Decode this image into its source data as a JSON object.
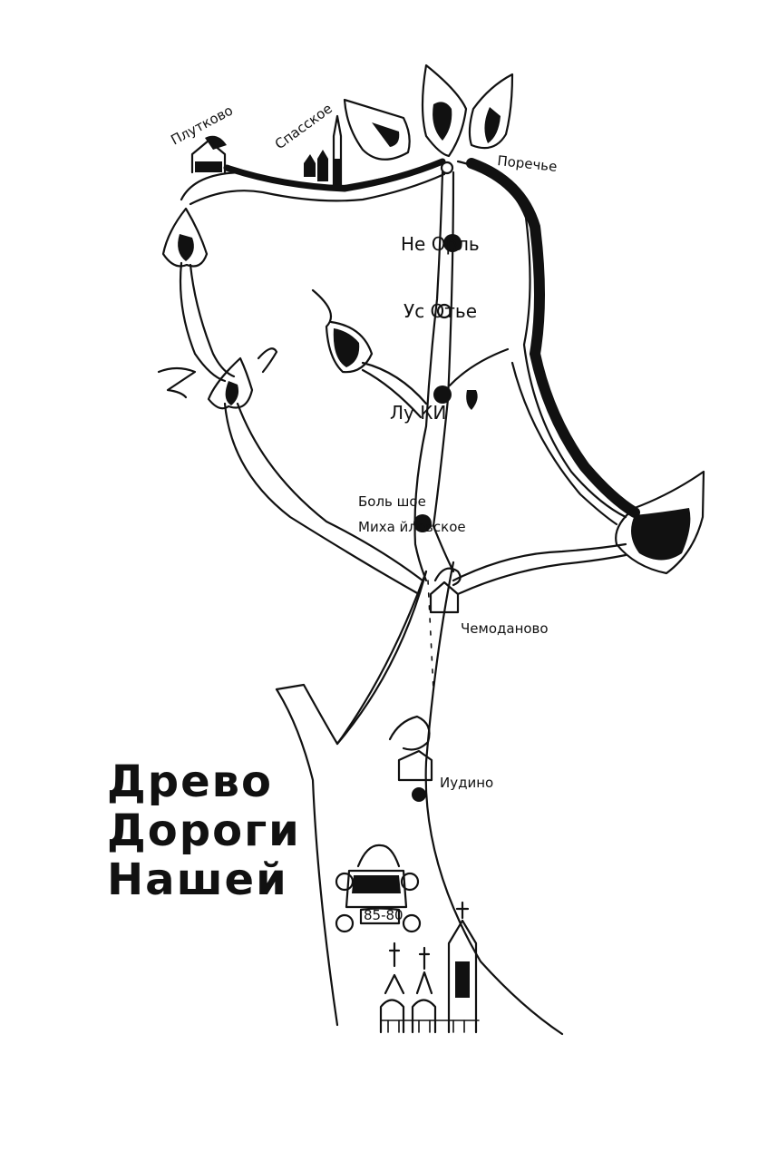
{
  "title": {
    "line1": "Древо",
    "line2": "Дороги",
    "line3": "Нашей"
  },
  "places": {
    "plutkovo": "Плутково",
    "spasskoe": "Спасское",
    "porechye": "Поречье",
    "neorl": "Не Орль",
    "usotye": "Ус Отье",
    "lukki": "Лу КИ",
    "bolshoe_line1": "Боль шое",
    "bolshoe_line2": "Миха йловское",
    "chemodanovo": "Чемоданово",
    "iudino": "Иудино"
  },
  "car": {
    "plate": "85-80"
  },
  "colors": {
    "ink": "#111111",
    "paper": "#ffffff"
  },
  "icons": [
    "house-icon",
    "church-icon",
    "car-icon",
    "leaf-icon",
    "tree-icon",
    "village-dot-icon"
  ]
}
